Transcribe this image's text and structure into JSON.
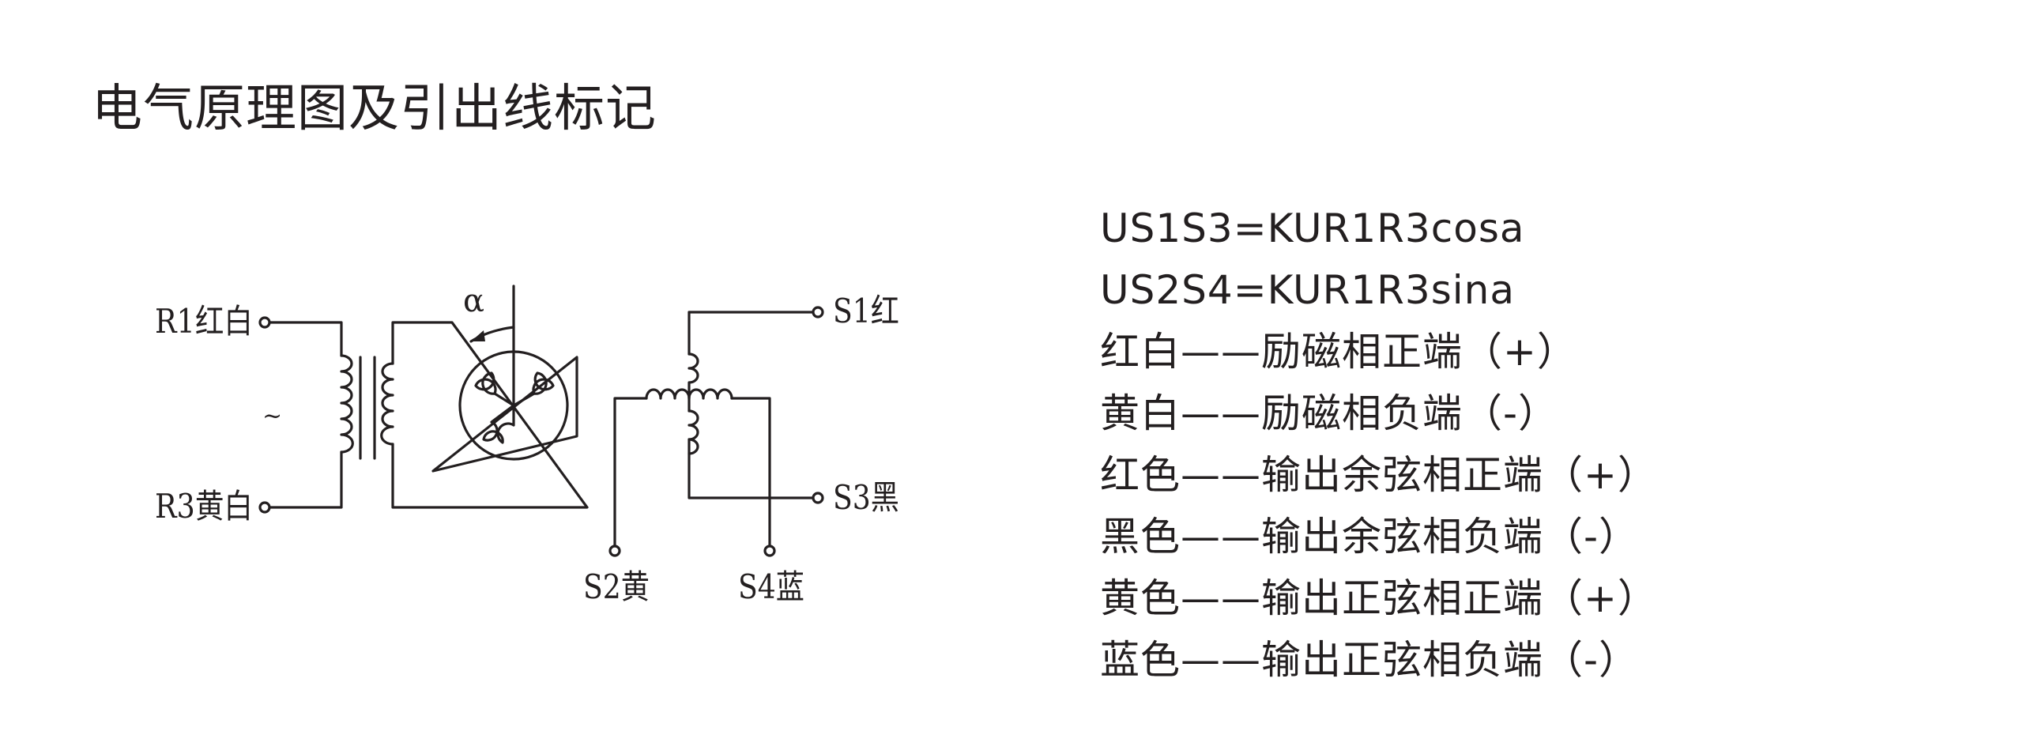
{
  "title": "电气原理图及引出线标记",
  "diagram": {
    "terminals": {
      "r1": "R1红白",
      "r3": "R3黄白",
      "s1": "S1红",
      "s2": "S2黄",
      "s3": "S3黑",
      "s4": "S4蓝"
    },
    "ac_symbol": "~",
    "angle_symbol": "α"
  },
  "legend": [
    "US1S3=KUR1R3cosa",
    "US2S4=KUR1R3sina",
    "红白——励磁相正端（+）",
    "黄白——励磁相负端（-）",
    "红色——输出余弦相正端（+）",
    "黑色——输出余弦相负端（-）",
    "黄色——输出正弦相正端（+）",
    "蓝色——输出正弦相负端（-）"
  ],
  "colors": {
    "ink": "#231f20",
    "background": "#ffffff"
  }
}
